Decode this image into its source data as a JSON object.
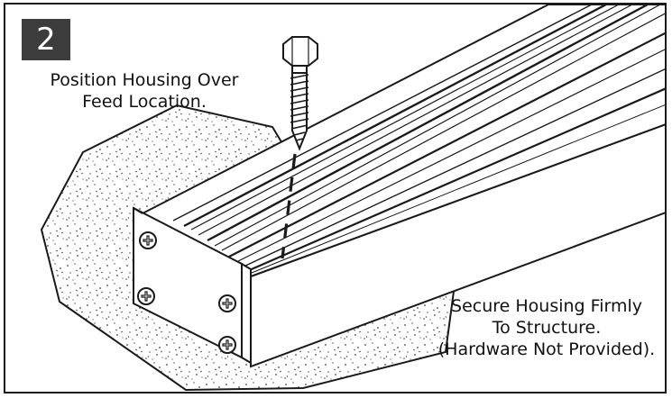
{
  "step": {
    "number": "2"
  },
  "instructions": {
    "position": {
      "lines": [
        "Position Housing Over",
        "Feed Location."
      ]
    },
    "secure": {
      "lines": [
        "Secure Housing Firmly",
        "To Structure.",
        "(Hardware Not Provided)."
      ]
    }
  },
  "colors": {
    "badge_bg": "#3c3c3c",
    "badge_text": "#ffffff",
    "line": "#1a1a1a",
    "concrete_speckle": "#444444"
  },
  "icons": [
    "lag-bolt-icon",
    "phillips-screw-icon"
  ]
}
